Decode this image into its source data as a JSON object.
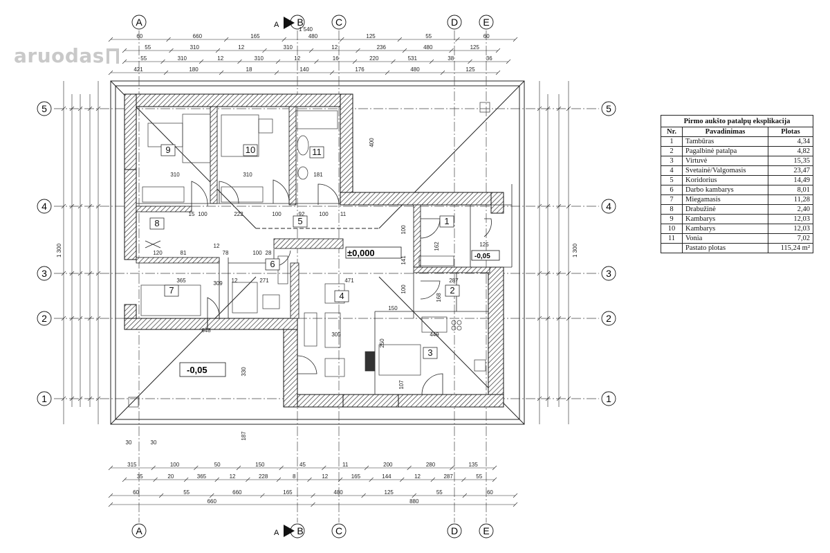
{
  "watermark": "aruodas",
  "section_mark": "A",
  "grid_letters": [
    "A",
    "B",
    "C",
    "D",
    "E"
  ],
  "grid_numbers": [
    "5",
    "4",
    "3",
    "2",
    "1"
  ],
  "levels": {
    "main": "±0,000",
    "terrace_left": "-0,05",
    "porch_right": "-0,05"
  },
  "rooms": [
    "1",
    "2",
    "3",
    "4",
    "5",
    "6",
    "7",
    "8",
    "9",
    "10",
    "11"
  ],
  "dims": {
    "top1": [
      "60",
      "660",
      "165",
      "480",
      "125",
      "55",
      "60"
    ],
    "top_total": "1 540",
    "top2": [
      "55",
      "310",
      "12",
      "310",
      "12",
      "236",
      "480",
      "125"
    ],
    "top3": [
      "55",
      "310",
      "12",
      "310",
      "12",
      "16",
      "220",
      "531",
      "38",
      "36"
    ],
    "top4": [
      "421",
      "180",
      "18",
      "140",
      "176",
      "480",
      "125"
    ],
    "bot1": [
      "315",
      "100",
      "50",
      "150",
      "45",
      "11",
      "200",
      "280",
      "135"
    ],
    "bot2": [
      "35",
      "20",
      "365",
      "12",
      "228",
      "8",
      "12",
      "165",
      "144",
      "12",
      "287",
      "55"
    ],
    "bot3": [
      "60",
      "55",
      "660",
      "165",
      "480",
      "125",
      "55",
      "60"
    ],
    "bot4": [
      "660",
      "880"
    ],
    "left_total": "1 300",
    "right_total": "1 300",
    "inner": [
      "310",
      "310",
      "181",
      "15",
      "100",
      "222",
      "100",
      "92",
      "100",
      "11",
      "120",
      "81",
      "12",
      "78",
      "100",
      "28",
      "365",
      "309",
      "12",
      "271",
      "471",
      "648",
      "330",
      "187",
      "400",
      "162",
      "125",
      "287",
      "150",
      "449",
      "305",
      "250",
      "107",
      "141",
      "100",
      "100",
      "168",
      "30",
      "30"
    ]
  },
  "legend": {
    "title": "Pirmo aukšto patalpų eksplikacija",
    "headers": [
      "Nr.",
      "Pavadinimas",
      "Plotas"
    ],
    "rows": [
      {
        "nr": "1",
        "name": "Tambūras",
        "area": "4,34"
      },
      {
        "nr": "2",
        "name": "Pagalbinė patalpa",
        "area": "4,82"
      },
      {
        "nr": "3",
        "name": "Virtuvė",
        "area": "15,35"
      },
      {
        "nr": "4",
        "name": "Svetainė/Valgomasis",
        "area": "23,47"
      },
      {
        "nr": "5",
        "name": "Koridorius",
        "area": "14,49"
      },
      {
        "nr": "6",
        "name": "Darbo kambarys",
        "area": "8,01"
      },
      {
        "nr": "7",
        "name": "Miegamasis",
        "area": "11,28"
      },
      {
        "nr": "8",
        "name": "Drabužinė",
        "area": "2,40"
      },
      {
        "nr": "9",
        "name": "Kambarys",
        "area": "12,03"
      },
      {
        "nr": "10",
        "name": "Kambarys",
        "area": "12,03"
      },
      {
        "nr": "11",
        "name": "Vonia",
        "area": "7,02"
      }
    ],
    "total_label": "Pastato plotas",
    "total_value": "115,24 m²"
  }
}
